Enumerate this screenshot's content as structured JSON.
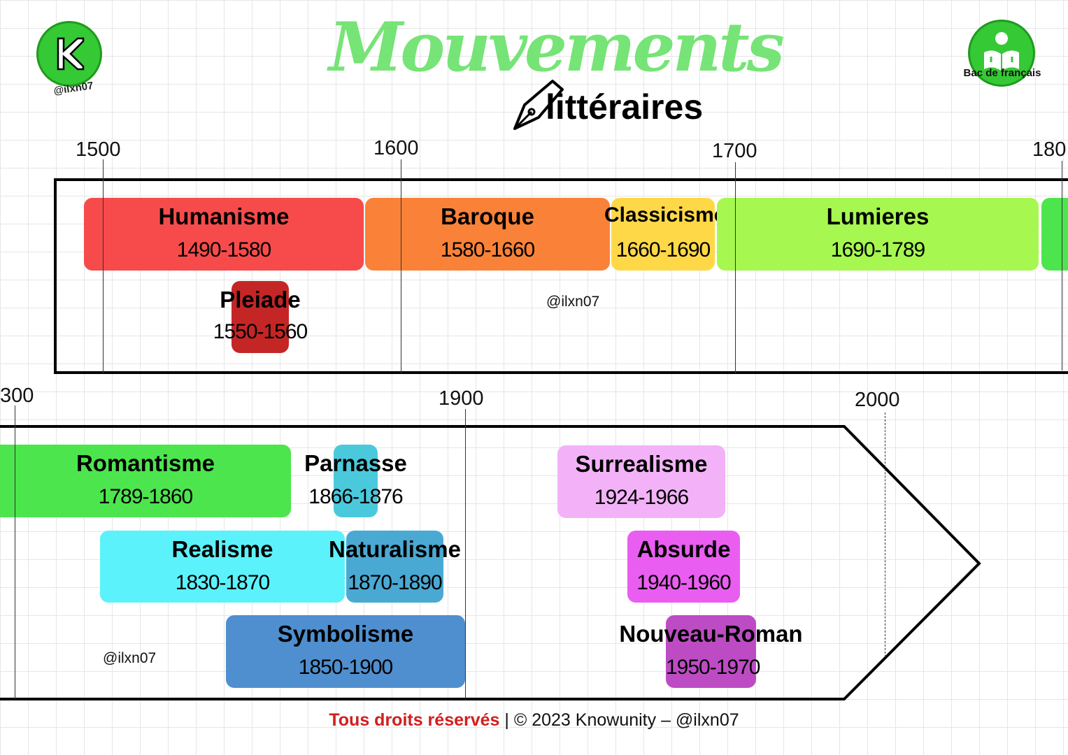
{
  "header": {
    "title_line1": "Mouvements",
    "title_line2": "littéraires",
    "handle_left": "@ilxn07",
    "logo_right_label": "Bac de français",
    "colors": {
      "logo_green": "#35c935",
      "title_green": "#5fe05f"
    }
  },
  "timeline_top": {
    "ticks": [
      "1500",
      "1600",
      "1700",
      "180"
    ],
    "periods": [
      {
        "name": "Humanisme",
        "years": "1490-1580",
        "color": "#f74b4b"
      },
      {
        "name": "Baroque",
        "years": "1580-1660",
        "color": "#fa8238"
      },
      {
        "name": "Classicisme",
        "years": "1660-1690",
        "color": "#ffd848"
      },
      {
        "name": "Lumieres",
        "years": "1690-1789",
        "color": "#a6f74f"
      },
      {
        "name": "Pleiade",
        "years": "1550-1560",
        "color": "#c42626"
      }
    ],
    "watermark": "@ilxn07"
  },
  "timeline_bottom": {
    "ticks": [
      "300",
      "1900",
      "2000"
    ],
    "periods": [
      {
        "name": "Romantisme",
        "years": "1789-1860",
        "color": "#4de54d"
      },
      {
        "name": "Parnasse",
        "years": "1866-1876",
        "color": "#4bc9dc"
      },
      {
        "name": "Realisme",
        "years": "1830-1870",
        "color": "#5cf2fb"
      },
      {
        "name": "Naturalisme",
        "years": "1870-1890",
        "color": "#4aa9d3"
      },
      {
        "name": "Symbolisme",
        "years": "1850-1900",
        "color": "#4f8fcf"
      },
      {
        "name": "Surrealisme",
        "years": "1924-1966",
        "color": "#f3b2f7"
      },
      {
        "name": "Absurde",
        "years": "1940-1960",
        "color": "#e95ef0"
      },
      {
        "name": "Nouveau-Roman",
        "years": "1950-1970",
        "color": "#bd4cc4"
      }
    ],
    "watermark": "@ilxn07"
  },
  "footer": {
    "rights": "Tous droits réservés",
    "separator": "|",
    "copyright": "© 2023 Knowunity – @ilxn07"
  }
}
